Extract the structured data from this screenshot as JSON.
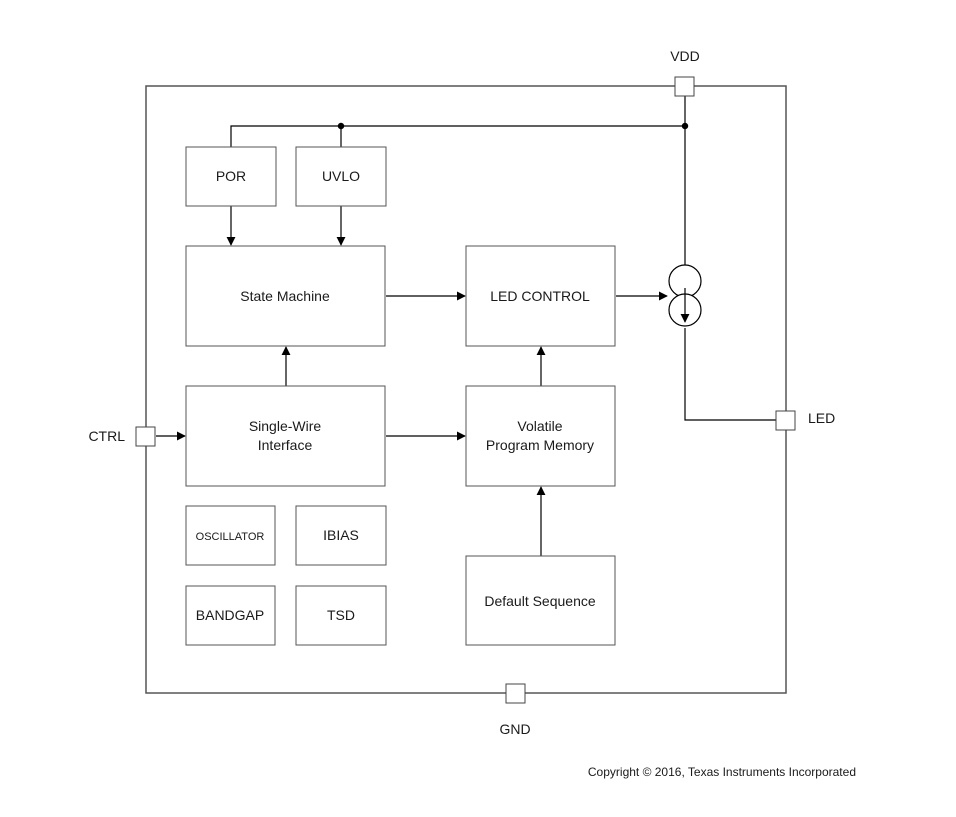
{
  "pins": {
    "vdd": "VDD",
    "gnd": "GND",
    "ctrl": "CTRL",
    "led": "LED"
  },
  "blocks": {
    "por": "POR",
    "uvlo": "UVLO",
    "state_machine": "State Machine",
    "led_control": "LED CONTROL",
    "single_wire_line1": "Single-Wire",
    "single_wire_line2": "Interface",
    "volatile_line1": "Volatile",
    "volatile_line2": "Program Memory",
    "oscillator": "OSCILLATOR",
    "ibias": "IBIAS",
    "bandgap": "BANDGAP",
    "tsd": "TSD",
    "default_sequence": "Default Sequence"
  },
  "copyright": "Copyright © 2016, Texas Instruments Incorporated"
}
